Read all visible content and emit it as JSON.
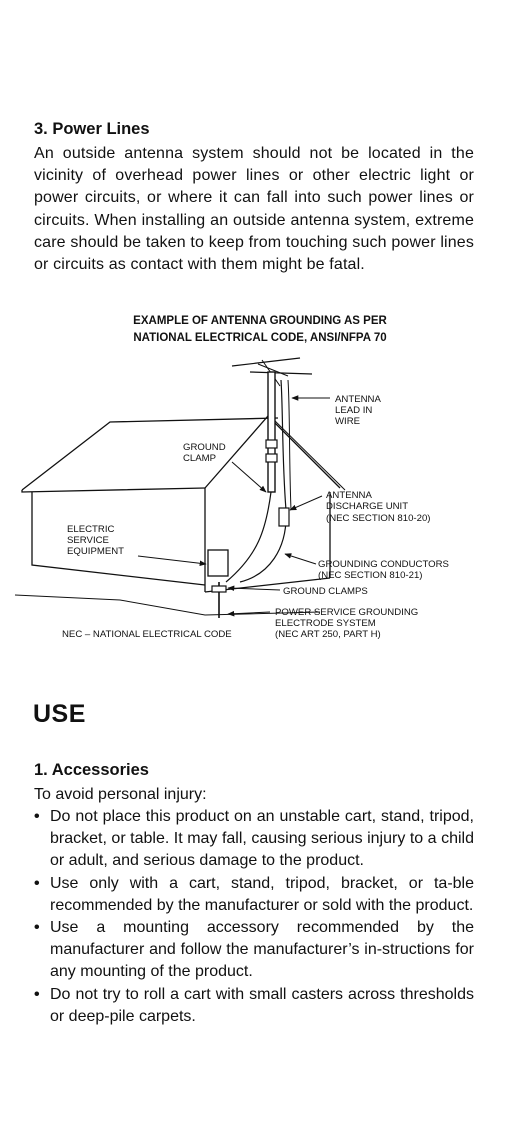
{
  "power_lines": {
    "heading": "3. Power Lines",
    "body": "An outside antenna system should not be located in the vicinity of overhead power lines or other electric light or power circuits, or where it can fall into such power lines or circuits. When installing an outside antenna system, extreme care should be taken to keep from touching such power lines or circuits as contact with them might be fatal."
  },
  "figure": {
    "title_line1": "EXAMPLE OF ANTENNA GROUNDING AS PER",
    "title_line2": "NATIONAL ELECTRICAL CODE, ANSI/NFPA 70",
    "labels": {
      "antenna_lead_1": "ANTENNA",
      "antenna_lead_2": "LEAD IN",
      "antenna_lead_3": "WIRE",
      "ground_clamp_1": "GROUND",
      "ground_clamp_2": "CLAMP",
      "discharge_1": "ANTENNA",
      "discharge_2": "DISCHARGE UNIT",
      "discharge_3": "(NEC SECTION 810-20)",
      "electric_1": "ELECTRIC",
      "electric_2": "SERVICE",
      "electric_3": "EQUIPMENT",
      "conductors_1": "GROUNDING CONDUCTORS",
      "conductors_2": "(NEC SECTION 810-21)",
      "ground_clamps": "GROUND CLAMPS",
      "power_service_1": "POWER SERVICE GROUNDING",
      "power_service_2": "ELECTRODE SYSTEM",
      "power_service_3": "(NEC ART 250, PART H)",
      "nec_note": "NEC – NATIONAL ELECTRICAL CODE"
    }
  },
  "use": {
    "heading": "USE",
    "accessories_heading": "1. Accessories",
    "intro": "To avoid personal injury:",
    "bullets": [
      "Do not place this product on an unstable cart, stand, tripod, bracket, or table. It may fall, causing serious injury to a child or adult, and serious damage to the product.",
      "Use only with a cart, stand, tripod, bracket, or ta-ble recommended by the manufacturer or sold with the product.",
      "Use a mounting accessory recommended by the manufacturer and follow the manufacturer’s in-structions for any mounting of the product.",
      "Do not try to roll a cart with small casters across thresholds or deep-pile carpets."
    ],
    "bullet_symbol": "•"
  }
}
